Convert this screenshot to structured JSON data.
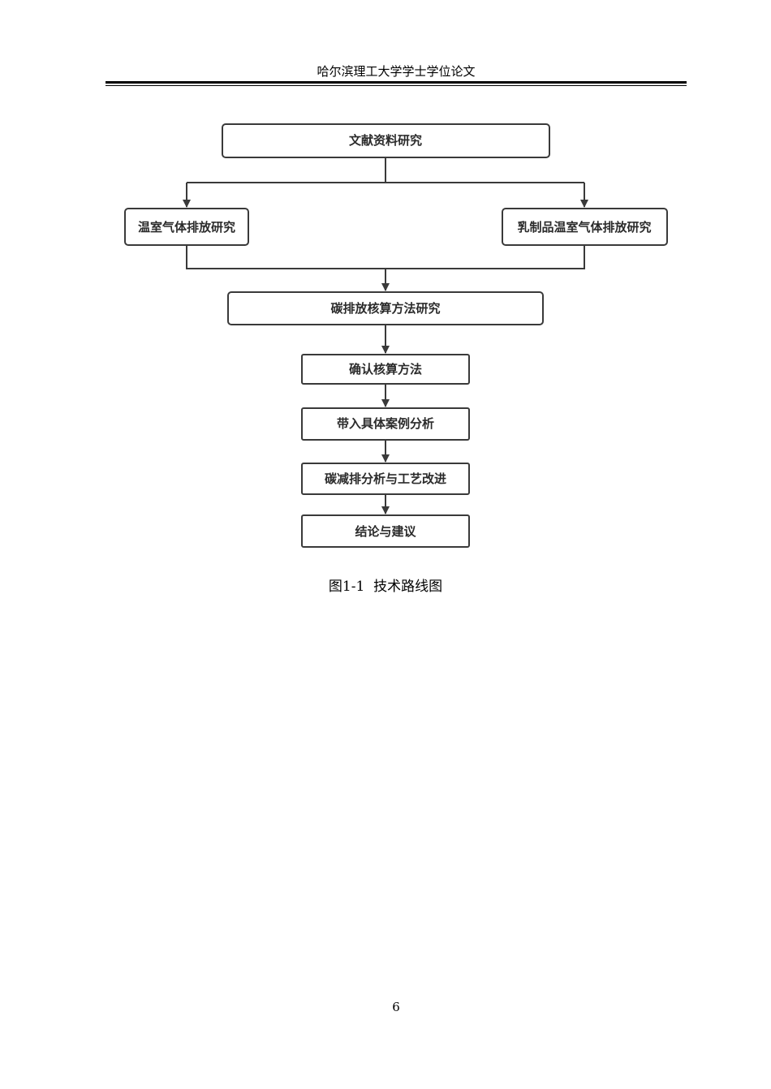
{
  "header": {
    "title": "哈尔滨理工大学学士学位论文"
  },
  "flowchart": {
    "nodes": {
      "literature": "文献资料研究",
      "ghg": "温室气体排放研究",
      "dairy_ghg": "乳制品温室气体排放研究",
      "carbon_accounting": "碳排放核算方法研究",
      "confirm_method": "确认核算方法",
      "case_study": "带入具体案例分析",
      "reduction": "碳减排分析与工艺改进",
      "conclusion": "结论与建议"
    },
    "colors": {
      "stroke": "#3a3a3a",
      "text": "#2b2b2b"
    }
  },
  "caption": {
    "label": "图1-1",
    "title": "技术路线图"
  },
  "footer": {
    "page_number": "6"
  }
}
